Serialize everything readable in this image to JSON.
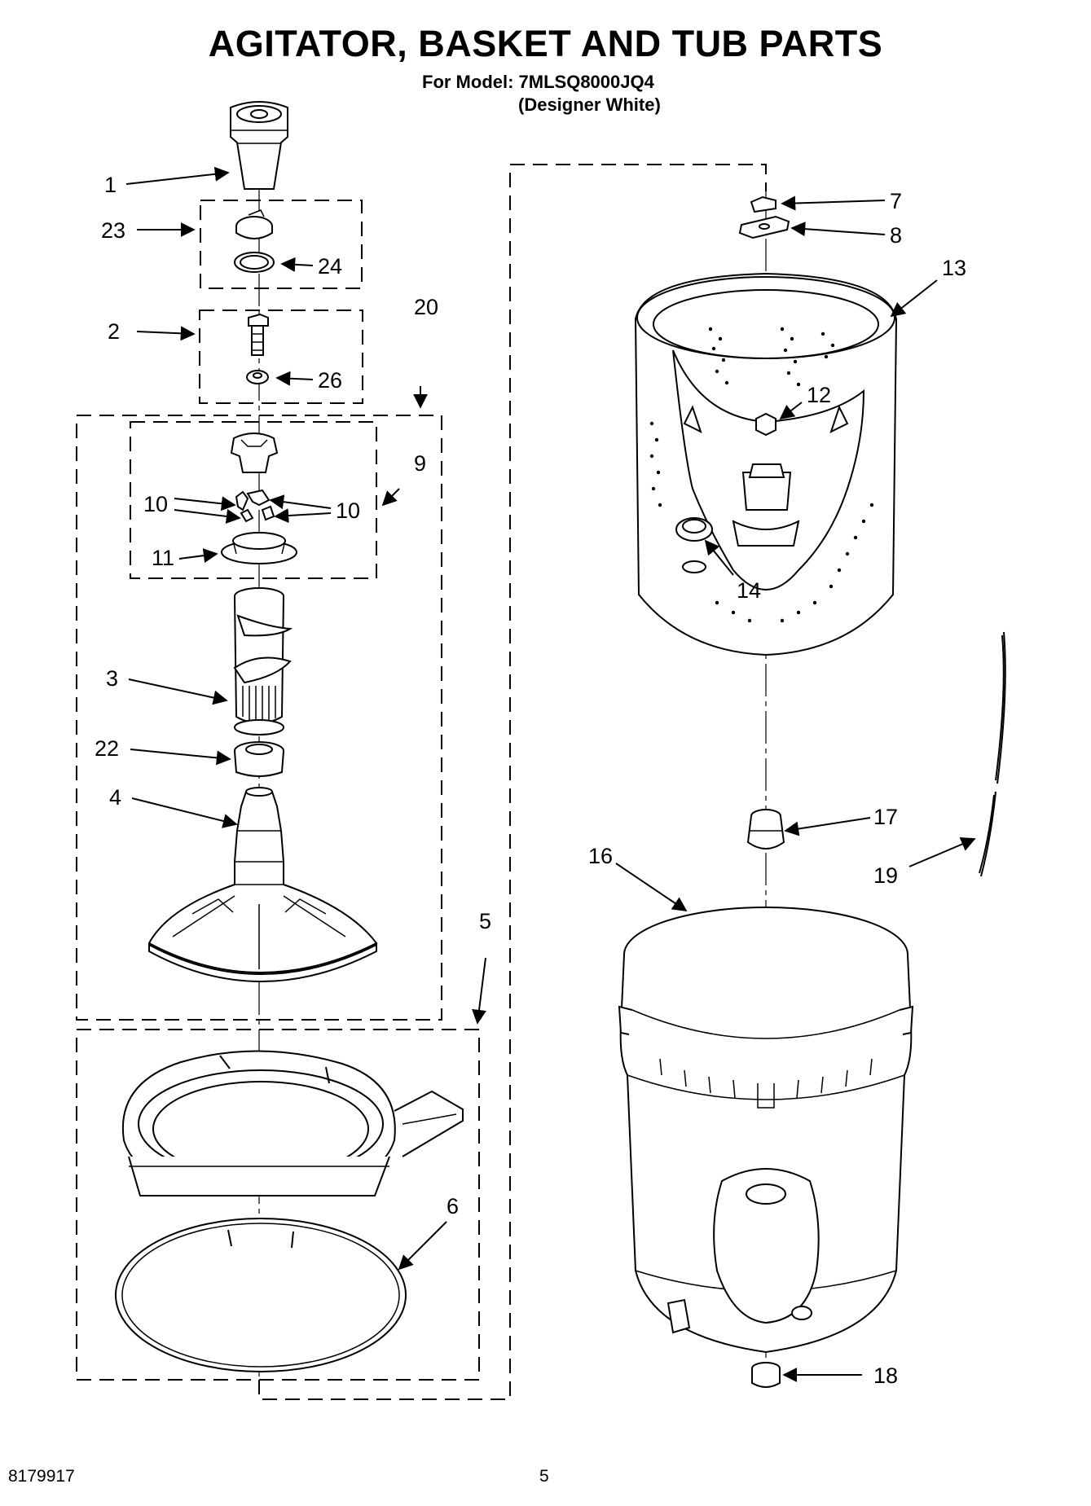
{
  "header": {
    "title": "AGITATOR, BASKET AND TUB PARTS",
    "model_line": "For Model: 7MLSQ8000JQ4",
    "variant_line": "(Designer White)"
  },
  "footer": {
    "document_number": "8179917",
    "page_number": "5"
  },
  "callouts": {
    "c1": "1",
    "c2": "2",
    "c3": "3",
    "c4": "4",
    "c5": "5",
    "c6": "6",
    "c7": "7",
    "c8": "8",
    "c9": "9",
    "c10a": "10",
    "c10b": "10",
    "c11": "11",
    "c12": "12",
    "c13": "13",
    "c14": "14",
    "c16": "16",
    "c17": "17",
    "c18": "18",
    "c19": "19",
    "c20": "20",
    "c22": "22",
    "c23": "23",
    "c24": "24",
    "c26": "26"
  }
}
